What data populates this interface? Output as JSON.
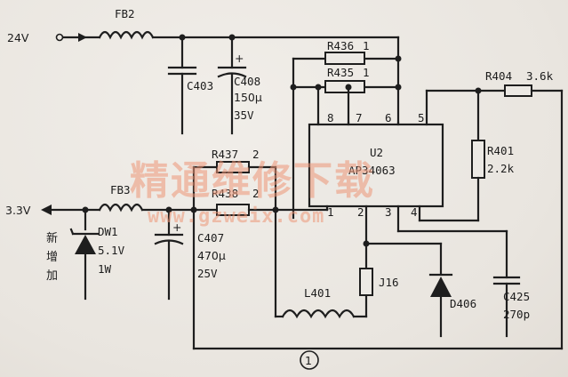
{
  "nets": {
    "input_24v": "24V",
    "output_3v3": "3.3V",
    "loop_marker": "①"
  },
  "components": {
    "fb2": "FB2",
    "fb3": "FB3",
    "c403": "C403",
    "c408": "C408",
    "c408_value": "150μ",
    "c408_voltage": "35V",
    "r436": "R436",
    "r436_value": "1",
    "r435": "R435",
    "r435_value": "1",
    "r404": "R404",
    "r404_value": "3.6k",
    "r401": "R401",
    "r401_value": "2.2k",
    "r437": "R437",
    "r437_value": "2",
    "r438": "R438",
    "r438_value": "2",
    "u2": "U2",
    "u2_part": "AP34063",
    "c407": "C407",
    "c407_value": "470μ",
    "c407_voltage": "25V",
    "dw1": "DW1",
    "dw1_value": "5.1V",
    "dw1_power": "1W",
    "l401": "L401",
    "j16": "J16",
    "d406": "D406",
    "c425": "C425",
    "c425_value": "270p"
  },
  "ic_pins": [
    "8",
    "7",
    "6",
    "5",
    "1",
    "2",
    "3",
    "4"
  ],
  "notes": {
    "new_add": [
      "新",
      "增",
      "加"
    ]
  },
  "watermark": {
    "text": "精通维修下载",
    "url": "www.gzweix.com"
  },
  "colors": {
    "ink": "#1e1e1e",
    "paper": "#ece9e4",
    "watermark": "#ec9676"
  }
}
